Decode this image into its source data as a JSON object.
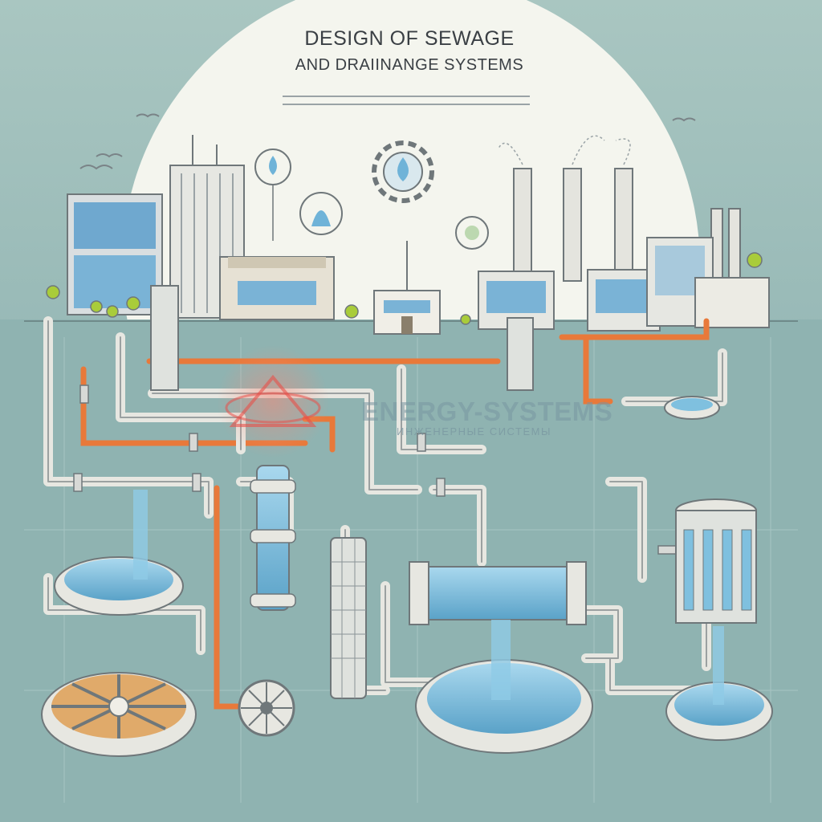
{
  "title": {
    "line1": "DESIGN OF SEWAGE",
    "line2": "AND DRAIINANGE SYSTEMS"
  },
  "watermark": {
    "brand": "ENERGY-SYSTEMS",
    "subtitle": "ИНЖЕНЕРНЫЕ СИСТЕМЫ"
  },
  "colors": {
    "background": "#8fb3b1",
    "sky_circle": "#f4f5ee",
    "pipe": "#e7e7e1",
    "pipe_outline": "#7c8486",
    "hot_pipe": "#e8793a",
    "water": "#7fc0df",
    "watermark_logo": "#e7504a"
  },
  "icons": [
    "water-drop-icon",
    "gear-water-drop-icon",
    "fountain-icon",
    "recycle-icon",
    "bird-icon",
    "tree-icon"
  ]
}
